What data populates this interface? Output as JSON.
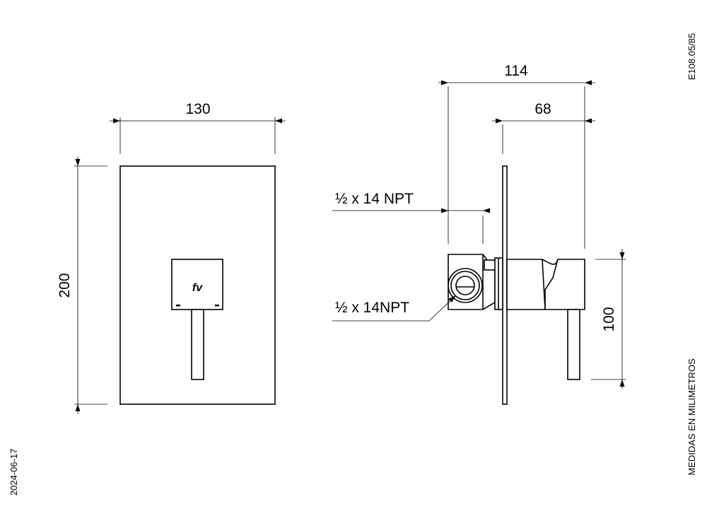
{
  "drawing": {
    "code": "E108.05/85",
    "date": "2024-06-17",
    "units_note": "MEDIDAS EN MILIMETROS",
    "logo_text": "fv"
  },
  "dimensions": {
    "front_width": "130",
    "front_height": "200",
    "side_total_depth": "114",
    "side_handle_depth": "68",
    "side_handle_height": "100",
    "thread_top": "½ x 14 NPT",
    "thread_bottom": "½ x 14NPT"
  }
}
